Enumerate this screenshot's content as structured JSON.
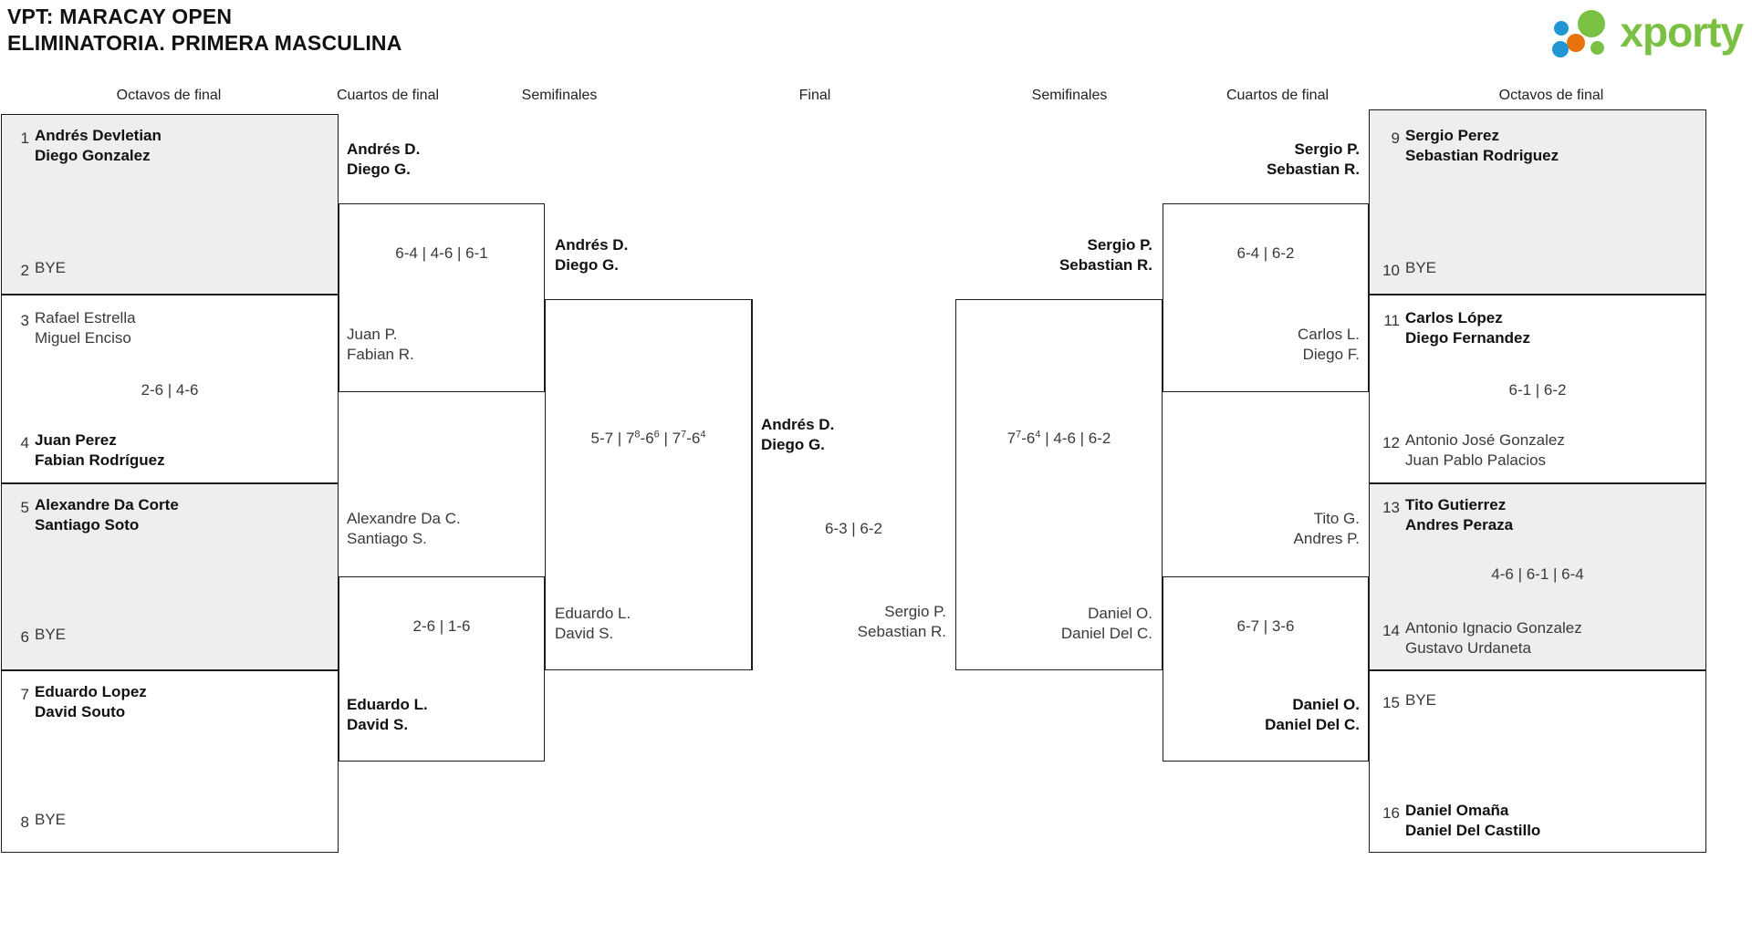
{
  "header": {
    "title_line1": "VPT: MARACAY OPEN",
    "title_line2": "ELIMINATORIA. PRIMERA MASCULINA",
    "logo_text": "xporty",
    "logo_colors": {
      "green": "#7ac143",
      "orange": "#e8730c",
      "blue": "#2196d3"
    }
  },
  "round_headers": {
    "l_r16": "Octavos de final",
    "l_qf": "Cuartos de final",
    "l_sf": "Semifinales",
    "final": "Final",
    "r_sf": "Semifinales",
    "r_qf": "Cuartos de final",
    "r_r16": "Octavos de final"
  },
  "left_r16": [
    {
      "seed": "1",
      "name1": "Andrés Devletian",
      "name2": "Diego Gonzalez",
      "winner": true
    },
    {
      "seed": "2",
      "name1": "BYE",
      "name2": "",
      "winner": false
    },
    {
      "seed": "3",
      "name1": "Rafael Estrella",
      "name2": "Miguel Enciso",
      "winner": false
    },
    {
      "seed": "4",
      "name1": "Juan Perez",
      "name2": "Fabian Rodríguez",
      "winner": true
    },
    {
      "seed": "5",
      "name1": "Alexandre Da Corte",
      "name2": "Santiago Soto",
      "winner": true
    },
    {
      "seed": "6",
      "name1": "BYE",
      "name2": "",
      "winner": false
    },
    {
      "seed": "7",
      "name1": "Eduardo Lopez",
      "name2": "David Souto",
      "winner": true
    },
    {
      "seed": "8",
      "name1": "BYE",
      "name2": "",
      "winner": false
    }
  ],
  "left_r16_scores": {
    "match2": "2-6 | 4-6",
    "match4": ""
  },
  "left_qf": [
    {
      "name1": "Andrés D.",
      "name2": "Diego G.",
      "winner": true
    },
    {
      "name1": "Juan P.",
      "name2": "Fabian R.",
      "winner": false
    },
    {
      "name1": "Alexandre Da C.",
      "name2": "Santiago S.",
      "winner": false
    },
    {
      "name1": "Eduardo L.",
      "name2": "David S.",
      "winner": true
    }
  ],
  "left_qf_scores": {
    "top": "6-4 | 4-6 | 6-1",
    "bottom": "2-6 | 1-6"
  },
  "left_sf": [
    {
      "name1": "Andrés D.",
      "name2": "Diego G.",
      "winner": true
    },
    {
      "name1": "Eduardo L.",
      "name2": "David S.",
      "winner": false
    }
  ],
  "left_sf_score": {
    "parts": [
      "5-7 | 7",
      "8",
      "-6",
      "6",
      " | 7",
      "7",
      "-6",
      "4"
    ]
  },
  "final_match": {
    "top": {
      "name1": "Andrés D.",
      "name2": "Diego G.",
      "winner": true
    },
    "bottom": {
      "name1": "Sergio P.",
      "name2": "Sebastian R.",
      "winner": false
    },
    "score": "6-3 | 6-2"
  },
  "right_sf": [
    {
      "name1": "Sergio P.",
      "name2": "Sebastian R.",
      "winner": true
    },
    {
      "name1": "Daniel O.",
      "name2": "Daniel Del C.",
      "winner": false
    }
  ],
  "right_sf_score": {
    "parts": [
      "7",
      "7",
      "-6",
      "4",
      " | 4-6 | 6-2"
    ]
  },
  "right_qf": [
    {
      "name1": "Sergio P.",
      "name2": "Sebastian R.",
      "winner": true
    },
    {
      "name1": "Carlos L.",
      "name2": "Diego F.",
      "winner": false
    },
    {
      "name1": "Tito G.",
      "name2": "Andres P.",
      "winner": false
    },
    {
      "name1": "Daniel O.",
      "name2": "Daniel Del C.",
      "winner": true
    }
  ],
  "right_qf_scores": {
    "top": "6-4 | 6-2",
    "bottom": "6-7 | 3-6"
  },
  "right_r16": [
    {
      "seed": "9",
      "name1": "Sergio Perez",
      "name2": "Sebastian Rodriguez",
      "winner": true
    },
    {
      "seed": "10",
      "name1": "BYE",
      "name2": "",
      "winner": false
    },
    {
      "seed": "11",
      "name1": "Carlos López",
      "name2": "Diego Fernandez",
      "winner": true
    },
    {
      "seed": "12",
      "name1": "Antonio José Gonzalez",
      "name2": "Juan Pablo Palacios",
      "winner": false
    },
    {
      "seed": "13",
      "name1": "Tito Gutierrez",
      "name2": "Andres Peraza",
      "winner": true
    },
    {
      "seed": "14",
      "name1": "Antonio Ignacio Gonzalez",
      "name2": "Gustavo Urdaneta",
      "winner": false
    },
    {
      "seed": "15",
      "name1": "BYE",
      "name2": "",
      "winner": false
    },
    {
      "seed": "16",
      "name1": "Daniel Omaña",
      "name2": "Daniel Del Castillo",
      "winner": true
    }
  ],
  "right_r16_scores": {
    "match2": "6-1 | 6-2",
    "match3": "4-6 | 6-1 | 6-4"
  }
}
